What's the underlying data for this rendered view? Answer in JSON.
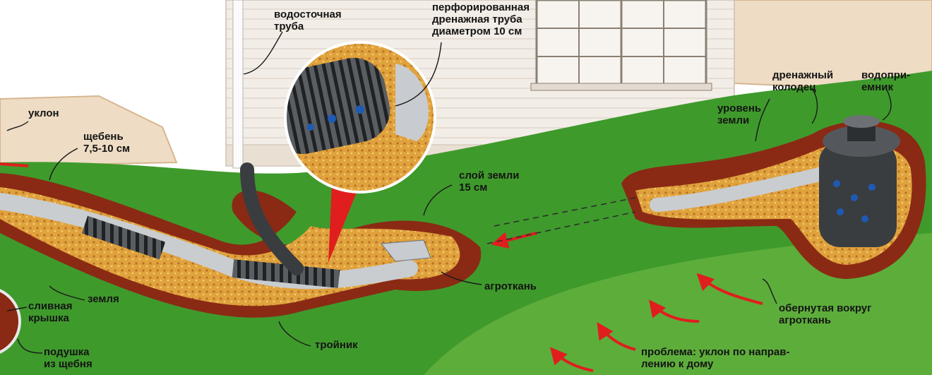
{
  "labels": {
    "downspout": [
      "водосточная",
      "труба"
    ],
    "perforated_pipe": [
      "перфорированная",
      "дренажная труба",
      "диаметром 10 см"
    ],
    "slope": "уклон",
    "gravel": [
      "щебень",
      "7,5-10 см"
    ],
    "drain_well": [
      "дренажный",
      "колодец"
    ],
    "receiver": [
      "водопри-",
      "емник"
    ],
    "ground_level": [
      "уровень",
      "земли"
    ],
    "soil_layer": [
      "слой земли",
      "15 см"
    ],
    "agrotextile": "агроткань",
    "soil": "земля",
    "drain_cap": [
      "сливная",
      "крышка"
    ],
    "wrapped": [
      "обернутая вокруг",
      "агроткань"
    ],
    "gravel_bed": [
      "подушка",
      "из щебня"
    ],
    "tee": "тройник",
    "problem": [
      "проблема: уклон по направ-",
      "лению к дому"
    ]
  },
  "colors": {
    "grass": "#3f9a2c",
    "grass_light": "#7cc04a",
    "soil": "#8a2a14",
    "gravel": "#e0a23c",
    "pipe": "#c9cdd0",
    "corrugated": "#3a3d40",
    "house_wall": "#f2ede6",
    "stone": "#eedcc4",
    "arrow": "#e01e1e"
  }
}
